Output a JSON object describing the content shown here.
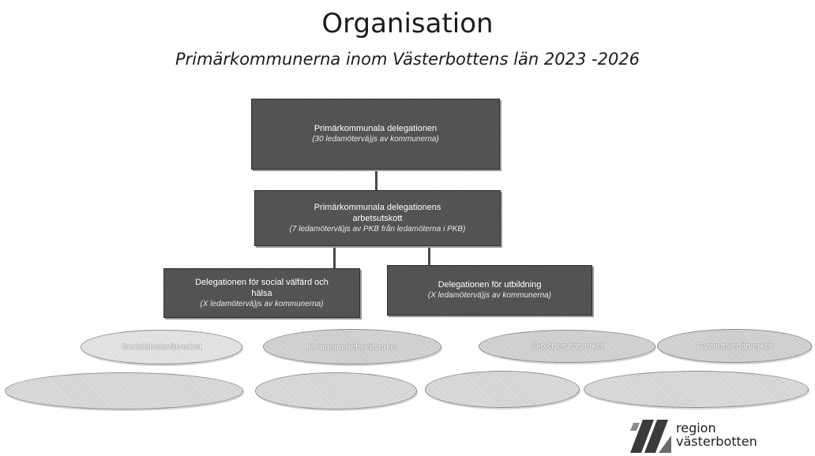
{
  "header": {
    "title": "Organisation",
    "subtitle": "Primärkommunerna inom Västerbottens län 2023 -2026"
  },
  "diagram": {
    "delegation": {
      "label": "Primärkommunala delegationen",
      "note": "(30 ledamötervä)js av kommunerna)"
    },
    "committee": {
      "label_line1": "Primärkommunala delegationens",
      "label_line2": "arbetsutskott",
      "note": "(7 ledamötervä)js av PKB från ledamöterna i PKB)"
    },
    "social_delegation": {
      "label_line1": "Delegationen för social välfärd och",
      "label_line2": "hälsa",
      "note": "(X ledamötervä)js av kommunerna)"
    },
    "education_delegation": {
      "label": "Delegationen för utbildning",
      "note": "(X ledamötervä)js av kommunerna)"
    },
    "networks": [
      "Socialchefsnätverket",
      "Kommunchefsnätverket",
      "Skolchefsnätverket",
      "Gymnasienätverket"
    ]
  },
  "logo": {
    "line1": "region",
    "line2": "västerbotten"
  }
}
